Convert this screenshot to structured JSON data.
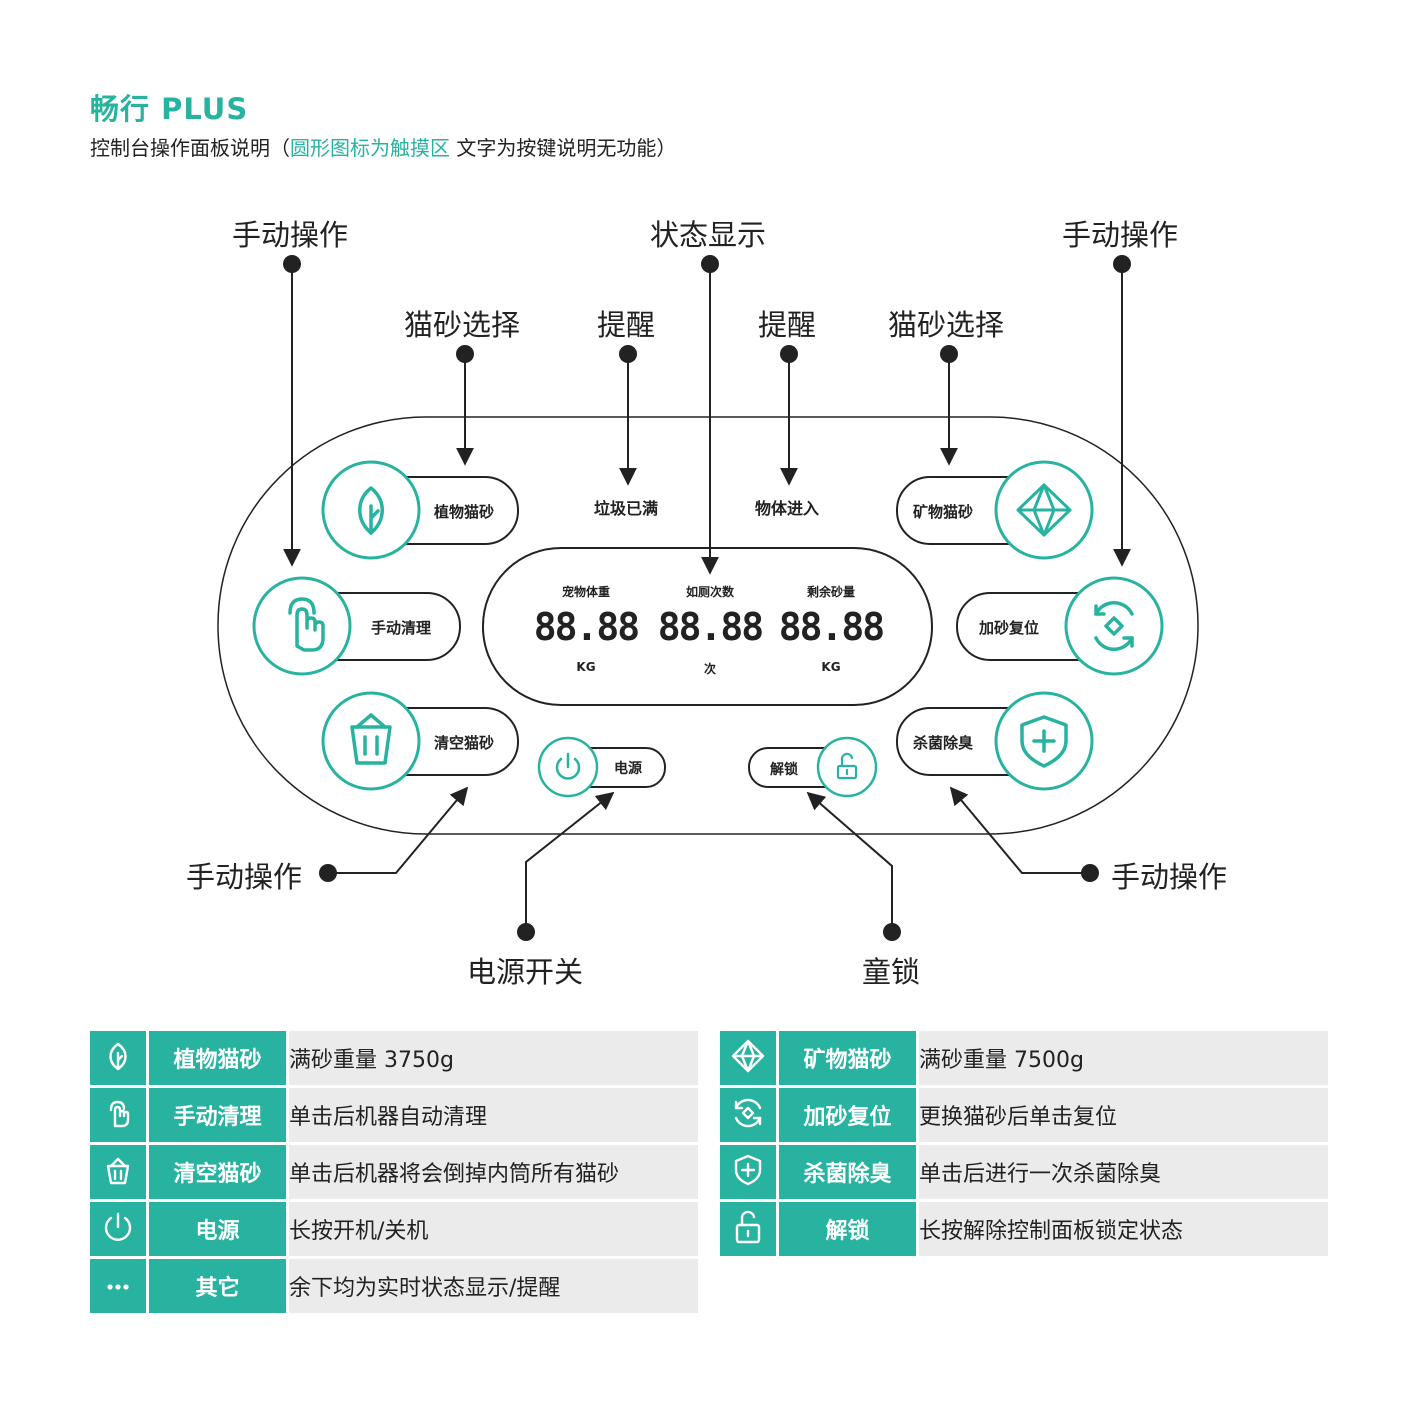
{
  "header": {
    "title": "畅行 PLUS",
    "subtitle_pre": "控制台操作面板说明（",
    "subtitle_hl": "圆形图标为触摸区",
    "subtitle_post": " 文字为按键说明无功能）"
  },
  "callouts": {
    "manual_left_top": "手动操作",
    "status": "状态显示",
    "manual_right_top": "手动操作",
    "litter_left": "猫砂选择",
    "remind_left": "提醒",
    "remind_right": "提醒",
    "litter_right": "猫砂选择",
    "manual_left_bottom": "手动操作",
    "manual_right_bottom": "手动操作",
    "power_switch": "电源开关",
    "child_lock": "童锁"
  },
  "panel": {
    "plant_litter": "植物猫砂",
    "manual_clean": "手动清理",
    "empty_litter": "清空猫砂",
    "power": "电源",
    "unlock": "解锁",
    "mineral_litter": "矿物猫砂",
    "add_reset": "加砂复位",
    "sterilize": "杀菌除臭",
    "bin_full": "垃圾已满",
    "object_enter": "物体进入",
    "display": {
      "metrics": [
        {
          "label": "宠物体重",
          "value": "88.88",
          "unit": "KG"
        },
        {
          "label": "如厕次数",
          "value": "88.88",
          "unit": "次"
        },
        {
          "label": "剩余砂量",
          "value": "88.88",
          "unit": "KG"
        }
      ]
    }
  },
  "legend_left": [
    {
      "icon": "leaf-icon",
      "name": "植物猫砂",
      "desc": "满砂重量 3750g"
    },
    {
      "icon": "hand-tap-icon",
      "name": "手动清理",
      "desc": "单击后机器自动清理"
    },
    {
      "icon": "trash-icon",
      "name": "清空猫砂",
      "desc": "单击后机器将会倒掉内筒所有猫砂"
    },
    {
      "icon": "power-icon",
      "name": "电源",
      "desc": "长按开机/关机"
    },
    {
      "icon": "more-icon",
      "name": "其它",
      "desc": "余下均为实时状态显示/提醒"
    }
  ],
  "legend_right": [
    {
      "icon": "diamond-icon",
      "name": "矿物猫砂",
      "desc": "满砂重量 7500g"
    },
    {
      "icon": "refresh-icon",
      "name": "加砂复位",
      "desc": "更换猫砂后单击复位"
    },
    {
      "icon": "shield-plus-icon",
      "name": "杀菌除臭",
      "desc": "单击后进行一次杀菌除臭"
    },
    {
      "icon": "unlock-icon",
      "name": "解锁",
      "desc": "长按解除控制面板锁定状态"
    }
  ],
  "colors": {
    "accent": "#27b3a0",
    "cell_bg": "#ebebeb",
    "line": "#222222"
  }
}
